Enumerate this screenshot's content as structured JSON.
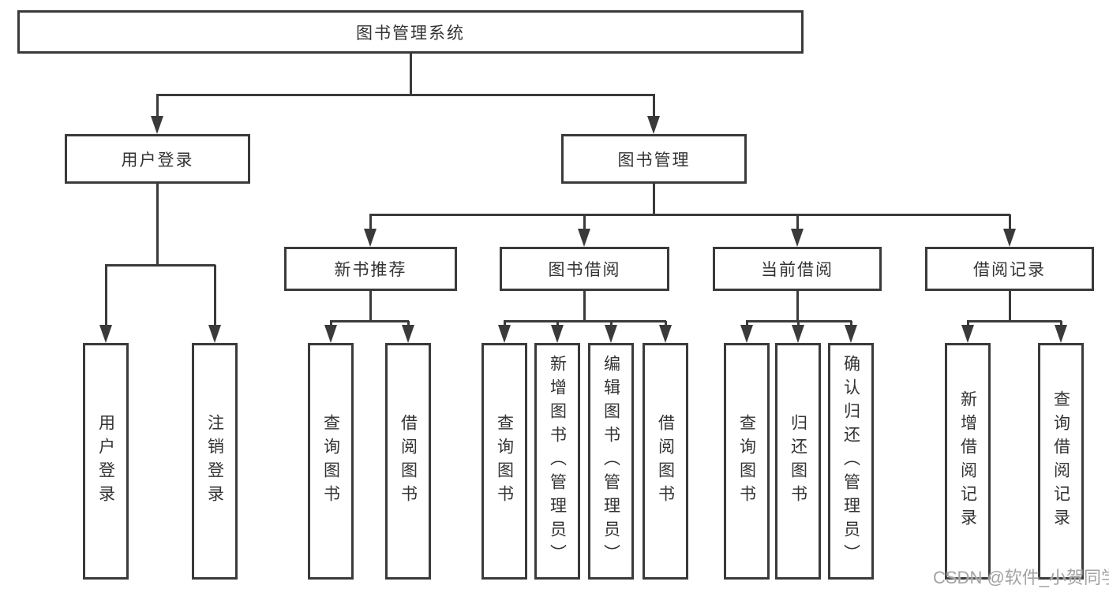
{
  "colors": {
    "line": "#3a3a3a",
    "text": "#333333",
    "watermark": "#a3a3a3"
  },
  "tree": {
    "root": "图书管理系统",
    "branches": [
      {
        "label": "用户登录",
        "children": [
          "用户登录",
          "注销登录"
        ]
      },
      {
        "label": "图书管理",
        "sections": [
          {
            "label": "新书推荐",
            "children": [
              "查询图书",
              "借阅图书"
            ]
          },
          {
            "label": "图书借阅",
            "children": [
              "查询图书",
              "新增图书（管理员）",
              "编辑图书（管理员）",
              "借阅图书"
            ]
          },
          {
            "label": "当前借阅",
            "children": [
              "查询图书",
              "归还图书",
              "确认归还（管理员）"
            ]
          },
          {
            "label": "借阅记录",
            "children": [
              "新增借阅记录",
              "查询借阅记录"
            ]
          }
        ]
      }
    ]
  },
  "watermark": {
    "text": "CSDN @软件_小贺同学"
  }
}
